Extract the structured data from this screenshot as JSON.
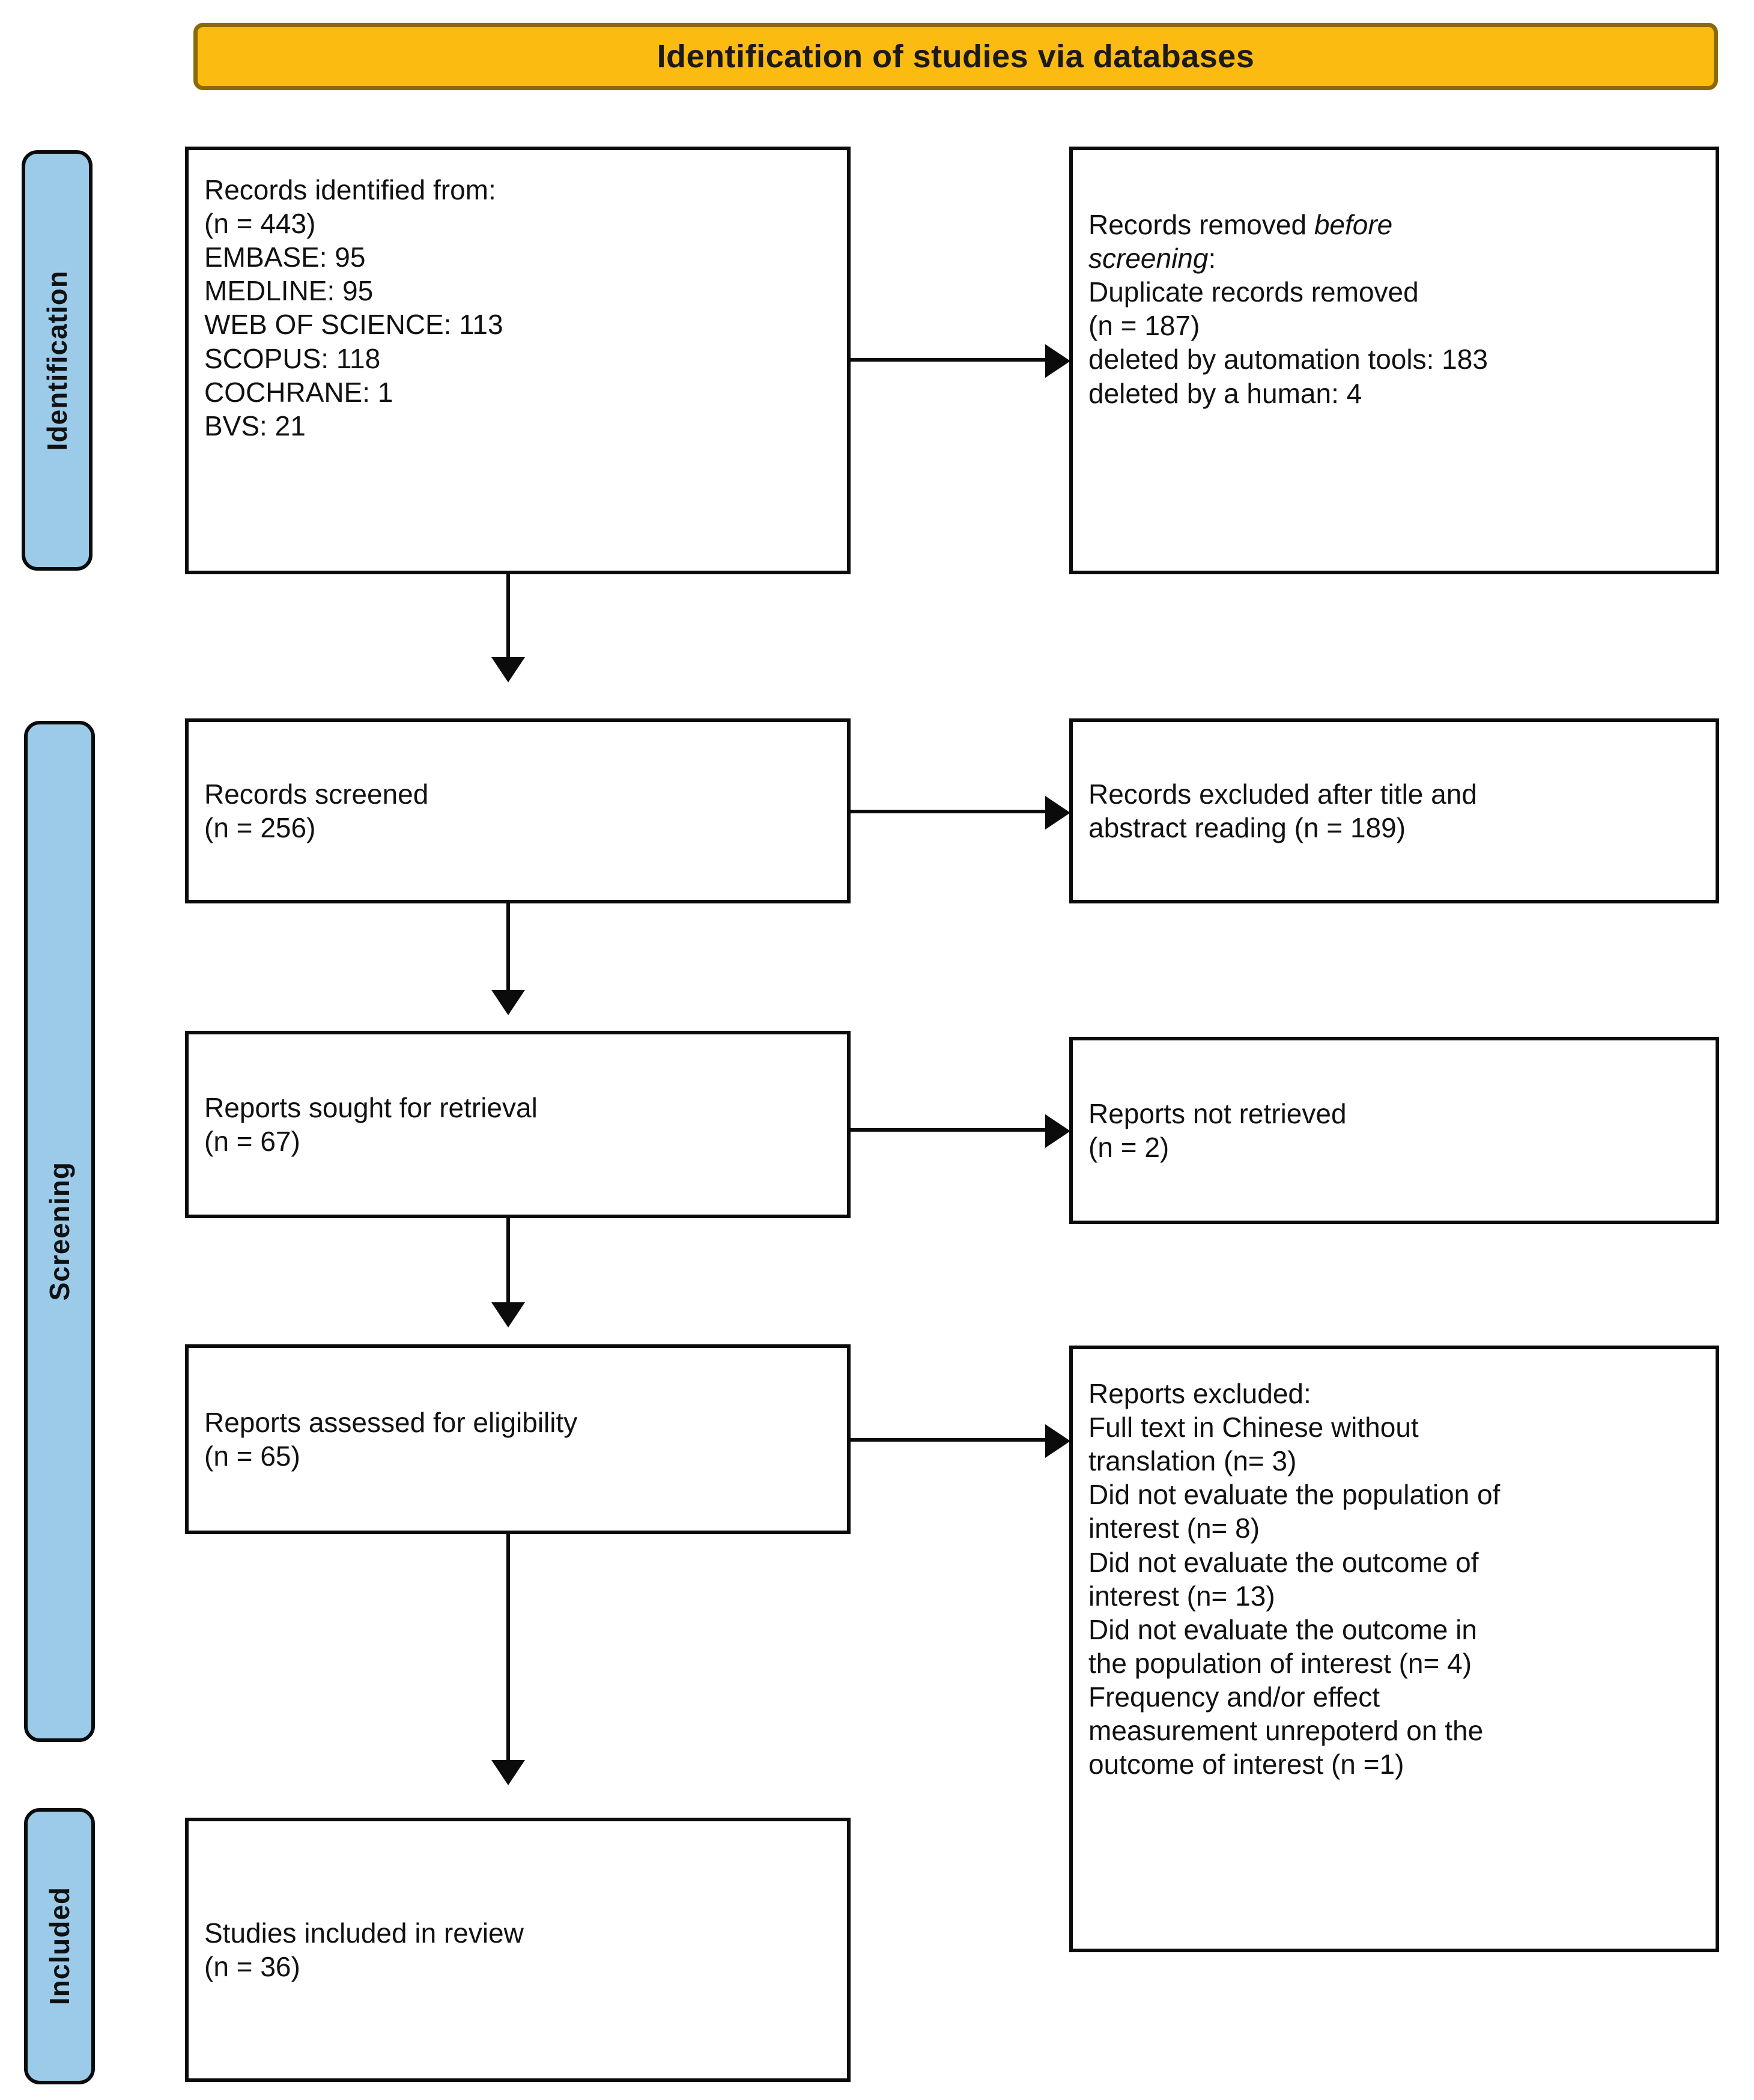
{
  "header": {
    "title": "Identification of studies via databases"
  },
  "stage_labels": {
    "identification": "Identification",
    "screening": "Screening",
    "included": "Included"
  },
  "colors": {
    "header_fill": "#FBBB10",
    "header_border": "#8A6A05",
    "stage_label_fill": "#9CCBEA",
    "box_border": "#0b0b0b",
    "box_fill": "#ffffff",
    "text": "#111111"
  },
  "boxes": {
    "records_identified": {
      "lines": [
        "Records identified from:",
        "(n = 443)",
        "EMBASE: 95",
        "MEDLINE: 95",
        "WEB OF SCIENCE: 113",
        "SCOPUS: 118",
        "COCHRANE: 1",
        "BVS: 21"
      ],
      "text": "Records identified from:\n(n = 443)\nEMBASE: 95\nMEDLINE: 95\nWEB OF SCIENCE: 113\nSCOPUS: 118\nCOCHRANE: 1\nBVS: 21"
    },
    "records_removed": {
      "line_1_normal": "Records removed ",
      "line_1_italic": "before",
      "line_2_italic": "screening",
      "line_2_normal": ":",
      "rest": "Duplicate records removed\n(n = 187)\ndeleted by automation tools: 183\ndeleted by a human: 4"
    },
    "records_screened": {
      "text": "Records screened\n(n = 256)"
    },
    "records_excluded": {
      "text": "Records excluded after title and\nabstract reading (n = 189)"
    },
    "reports_sought": {
      "text": "Reports sought for retrieval\n(n = 67)"
    },
    "reports_not_retrieved": {
      "text": "Reports not retrieved\n(n = 2)"
    },
    "reports_assessed": {
      "text": "Reports assessed for eligibility\n(n = 65)"
    },
    "reports_excluded": {
      "text": "Reports excluded:\nFull text in Chinese without\ntranslation (n= 3)\nDid not evaluate the population of\ninterest (n= 8)\nDid not evaluate the outcome of\ninterest (n= 13)\nDid not evaluate the outcome in\nthe population of interest (n= 4)\nFrequency and/or effect\nmeasurement unrepoterd on the\noutcome of interest (n =1)",
      "reasons": [
        {
          "label": "Full text in Chinese without translation",
          "n": 3
        },
        {
          "label": "Did not evaluate the population of interest",
          "n": 8
        },
        {
          "label": "Did not evaluate the outcome of interest",
          "n": 13
        },
        {
          "label": "Did not evaluate the outcome in the population of interest",
          "n": 4
        },
        {
          "label": "Frequency and/or effect measurement unrepoterd on the outcome of interest",
          "n": 1
        }
      ]
    },
    "studies_included": {
      "text": "Studies included in review\n(n = 36)"
    }
  },
  "counts": {
    "identified_total": 443,
    "embase": 95,
    "medline": 95,
    "web_of_science": 113,
    "scopus": 118,
    "cochrane": 1,
    "bvs": 21,
    "duplicates_removed": 187,
    "deleted_by_automation_tools": 183,
    "deleted_by_human": 4,
    "screened": 256,
    "excluded_title_abstract": 189,
    "sought_for_retrieval": 67,
    "not_retrieved": 2,
    "assessed_for_eligibility": 65,
    "included_in_review": 36
  }
}
